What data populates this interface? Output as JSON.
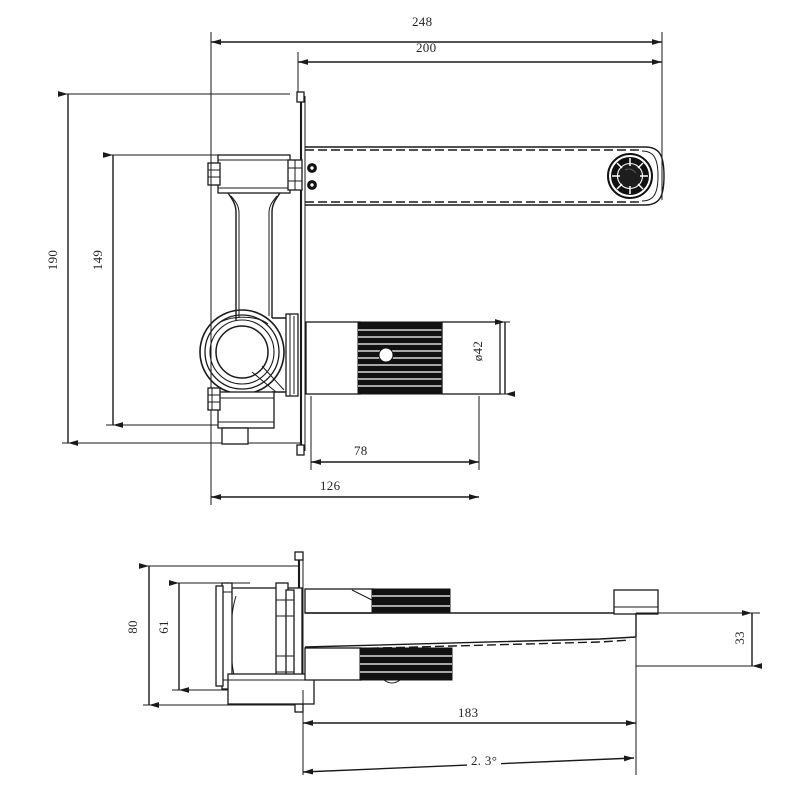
{
  "drawing": {
    "title": "Wall-mounted basin mixer technical drawing",
    "units": "mm",
    "views": [
      {
        "name": "side-elevation",
        "label": ""
      },
      {
        "name": "plan-bottom-view",
        "label": ""
      }
    ]
  },
  "dimensions": {
    "overall_spout_length": "248",
    "spout_reach_from_wall": "200",
    "overall_height": "190",
    "valve_center_height": "149",
    "handle_diameter": "ø42",
    "handle_offset": "78",
    "plate_to_handle_end": "126",
    "plan_overall_width": "80",
    "plan_body_width": "61",
    "spout_length_plan": "183",
    "spout_drop": "33",
    "spout_angle": "2. 3°"
  },
  "labels": {
    "d248": "248",
    "d200": "200",
    "d190": "190",
    "d149": "149",
    "d42": "ø42",
    "d78": "78",
    "d126": "126",
    "d80": "80",
    "d61": "61",
    "d183": "183",
    "d33": "33",
    "angle": "2. 3°"
  },
  "colors": {
    "line": "#1a1a1a",
    "fill_dark": "#111111",
    "background": "#ffffff"
  }
}
